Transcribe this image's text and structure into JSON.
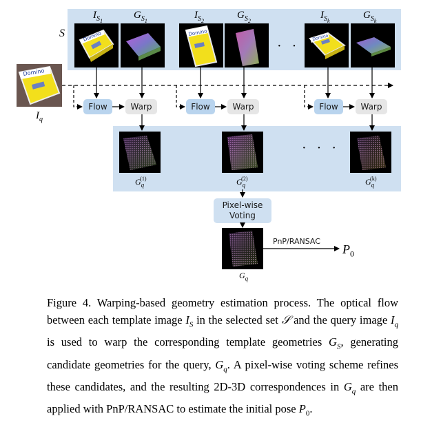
{
  "figure": {
    "set_label": "S",
    "templates": [
      {
        "image_label": "I",
        "image_sub": "S",
        "image_subsub": "1",
        "geom_label": "G",
        "geom_sub": "S",
        "geom_subsub": "1"
      },
      {
        "image_label": "I",
        "image_sub": "S",
        "image_subsub": "2",
        "geom_label": "G",
        "geom_sub": "S",
        "geom_subsub": "2"
      },
      {
        "image_label": "I",
        "image_sub": "S",
        "image_subsub": "k",
        "geom_label": "G",
        "geom_sub": "S",
        "geom_subsub": "k"
      }
    ],
    "ellipsis": "· · ·",
    "query_label": "I",
    "query_sub": "q",
    "flow_label": "Flow",
    "warp_label": "Warp",
    "candidates": [
      {
        "label": "G",
        "sub": "q",
        "sup": "(1)"
      },
      {
        "label": "G",
        "sub": "q",
        "sup": "(2)"
      },
      {
        "label": "G",
        "sub": "q",
        "sup": "(k)"
      }
    ],
    "voting_label_1": "Pixel-wise",
    "voting_label_2": "Voting",
    "final_label": "G",
    "final_sub": "q",
    "pnp_label": "PnP/RANSAC",
    "pose_label": "P",
    "pose_sub": "0"
  },
  "caption": {
    "text": "Figure 4. Warping-based geometry estimation process. The optical flow between each template image I_S in the selected set 𝒮 and the query image I_q is used to warp the corresponding template geometries G_S, generating candidate geometries for the query, G_q. A pixel-wise voting scheme refines these candidates, and the resulting 2D-3D correspondences in G_q are then applied with PnP/RANSAC to estimate the initial pose P_0.",
    "figure_number": "Figure 4.",
    "part_1": "Warping-based geometry estimation process. The optical flow between each template image ",
    "sym_IS": "I",
    "sym_IS_sub": "S",
    "part_2": " in the selected set ",
    "sym_set": "𝒮",
    "part_3": " and the query image ",
    "sym_Iq": "I",
    "sym_Iq_sub": "q",
    "part_4": " is used to warp the corresponding template geometries ",
    "sym_GS": "G",
    "sym_GS_sub": "S",
    "part_5": ", generating candidate geometries for the query, ",
    "sym_Gq": "G",
    "sym_Gq_sub": "q",
    "part_6": ". A pixel-wise voting scheme refines these candidates, and the resulting 2D-3D correspondences in ",
    "sym_Gq2": "G",
    "sym_Gq2_sub": "q",
    "part_7": " are then applied with PnP/RANSAC to estimate the initial pose ",
    "sym_P0": "P",
    "sym_P0_sub": "0",
    "part_8": "."
  }
}
